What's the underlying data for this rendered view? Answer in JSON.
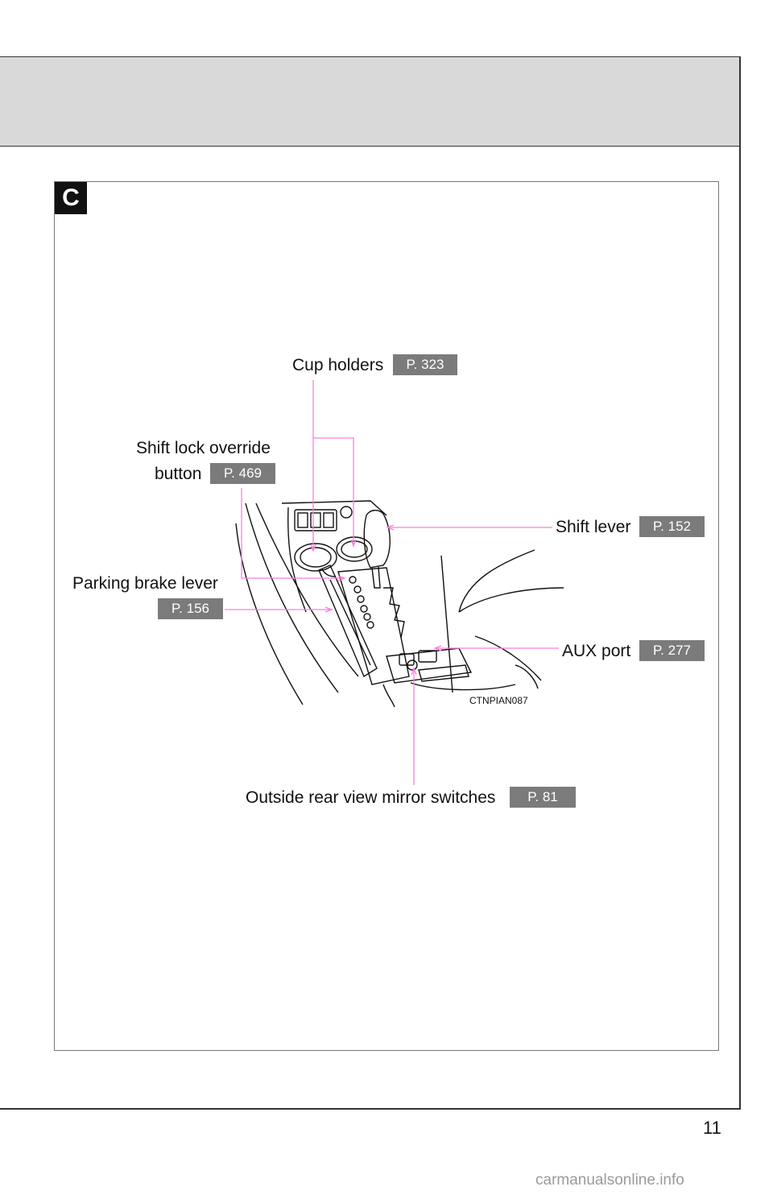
{
  "section": {
    "letter": "C"
  },
  "callouts": {
    "cup_holders": {
      "label": "Cup holders",
      "page": "P. 323"
    },
    "shift_lock": {
      "label_line1": "Shift lock override",
      "label_line2": "button",
      "page": "P. 469"
    },
    "shift_lever": {
      "label": "Shift lever",
      "page": "P. 152"
    },
    "parking_brake": {
      "label": "Parking brake lever",
      "page": "P. 156"
    },
    "aux_port": {
      "label": "AUX port",
      "page": "P. 277"
    },
    "mirror_switches": {
      "label": "Outside rear view mirror switches",
      "page": "P. 81"
    }
  },
  "illustration": {
    "code": "CTNPIAN087",
    "leader_color": "#ff7ddc"
  },
  "footer": {
    "page_number": "11",
    "watermark": "carmanualsonline.info"
  }
}
